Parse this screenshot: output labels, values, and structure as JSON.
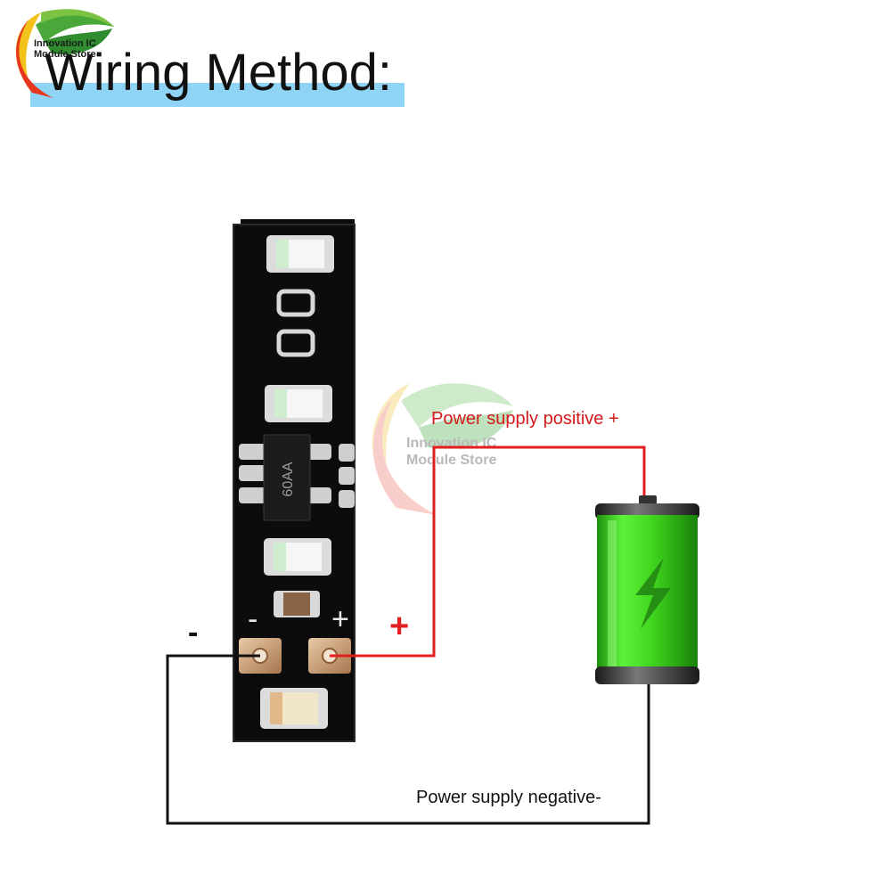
{
  "header": {
    "title": "Wiring Method:",
    "accent_color": "#8fd4f4"
  },
  "logo": {
    "line1": "Innovation IC",
    "line2": "Module Store",
    "icon": "leaf-logo-icon"
  },
  "watermark": {
    "line1": "Innovation IC",
    "line2": "Module Store"
  },
  "board": {
    "chip_marking": "60AA",
    "pad_minus_label": "-",
    "pad_plus_label": "+"
  },
  "wiring": {
    "positive_label": "Power supply positive +",
    "negative_label": "Power supply negative-",
    "minus_symbol": "-",
    "plus_symbol": "+",
    "positive_color": "#e21f1f",
    "negative_color": "#111111"
  },
  "battery": {
    "icon": "battery-lightning-icon",
    "color": "#3fd61d"
  }
}
